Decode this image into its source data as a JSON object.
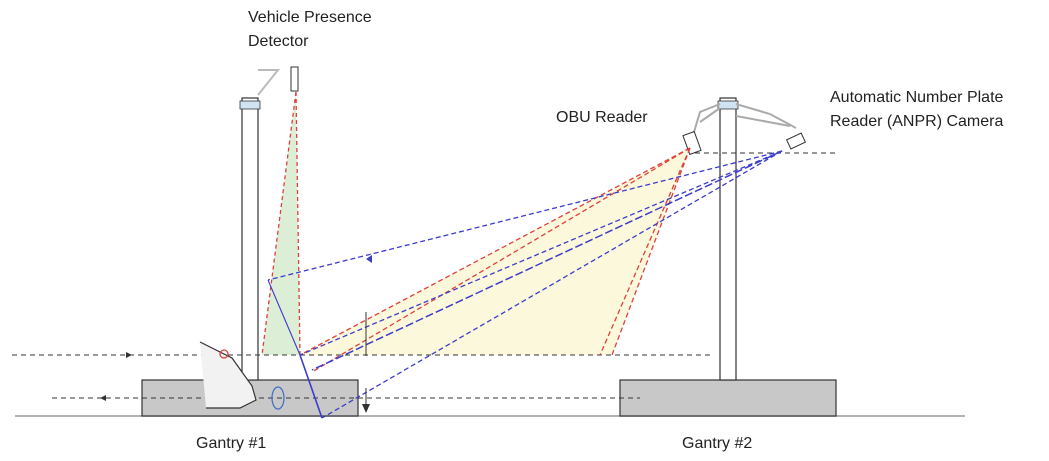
{
  "labels": {
    "vehicle_presence_detector": [
      "Vehicle Presence",
      "Detector"
    ],
    "obu_reader": "OBU Reader",
    "anpr_camera": [
      "Automatic Number Plate",
      "Reader (ANPR) Camera"
    ],
    "gantry_1": "Gantry #1",
    "gantry_2": "Gantry #2"
  },
  "colors": {
    "red_beam": "#e0403a",
    "blue_beam": "#3c3ccc",
    "detector_zone": "#dcefd6",
    "reader_zone": "#fbf8dc",
    "foundation": "#c8c8c8",
    "line": "#333333"
  }
}
